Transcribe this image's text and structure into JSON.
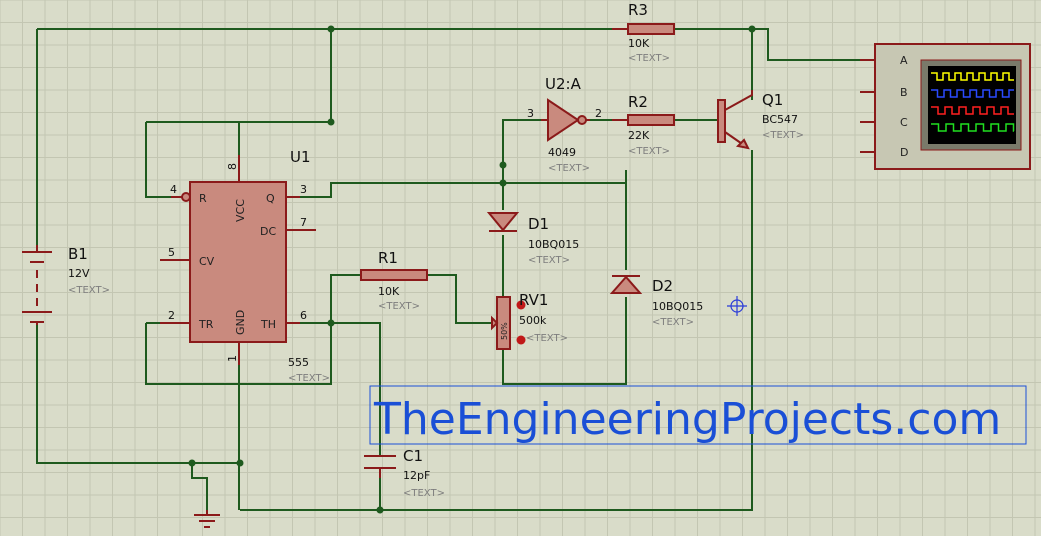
{
  "components": {
    "R3": {
      "ref": "R3",
      "value": "10K",
      "text": "<TEXT>"
    },
    "R2": {
      "ref": "R2",
      "value": "22K",
      "text": "<TEXT>"
    },
    "R1": {
      "ref": "R1",
      "value": "10K",
      "text": "<TEXT>"
    },
    "U2A": {
      "ref": "U2:A",
      "value": "4049",
      "text": "<TEXT>"
    },
    "Q1": {
      "ref": "Q1",
      "value": "BC547",
      "text": "<TEXT>"
    },
    "U1": {
      "ref": "U1",
      "value": "555",
      "text": "<TEXT>"
    },
    "B1": {
      "ref": "B1",
      "value": "12V",
      "text": "<TEXT>"
    },
    "D1": {
      "ref": "D1",
      "value": "10BQ015",
      "text": "<TEXT>"
    },
    "D2": {
      "ref": "D2",
      "value": "10BQ015",
      "text": "<TEXT>"
    },
    "RV1": {
      "ref": "RV1",
      "value": "500k",
      "text": "<TEXT>",
      "wiper": "50%"
    },
    "C1": {
      "ref": "C1",
      "value": "12pF",
      "text": "<TEXT>"
    }
  },
  "u1_pins": {
    "numbers": {
      "p4": "4",
      "p8": "8",
      "p3": "3",
      "p7": "7",
      "p5": "5",
      "p2": "2",
      "p6": "6",
      "p1": "1"
    },
    "names": {
      "r": "R",
      "vcc": "VCC",
      "q": "Q",
      "dc": "DC",
      "cv": "CV",
      "tr": "TR",
      "gnd": "GND",
      "th": "TH"
    }
  },
  "u2_pins": {
    "in": "3",
    "out": "2"
  },
  "oscilloscope": {
    "channels": [
      "A",
      "B",
      "C",
      "D"
    ],
    "trace_colors": [
      "#ffff00",
      "#2a4bff",
      "#ff2020",
      "#20e020"
    ]
  },
  "watermark": "TheEngineeringProjects.com",
  "colors": {
    "wire": "#1e5a1e",
    "component": "#8b1a1a",
    "background": "#d9dcc9",
    "watermark": "#1a4fd6"
  }
}
